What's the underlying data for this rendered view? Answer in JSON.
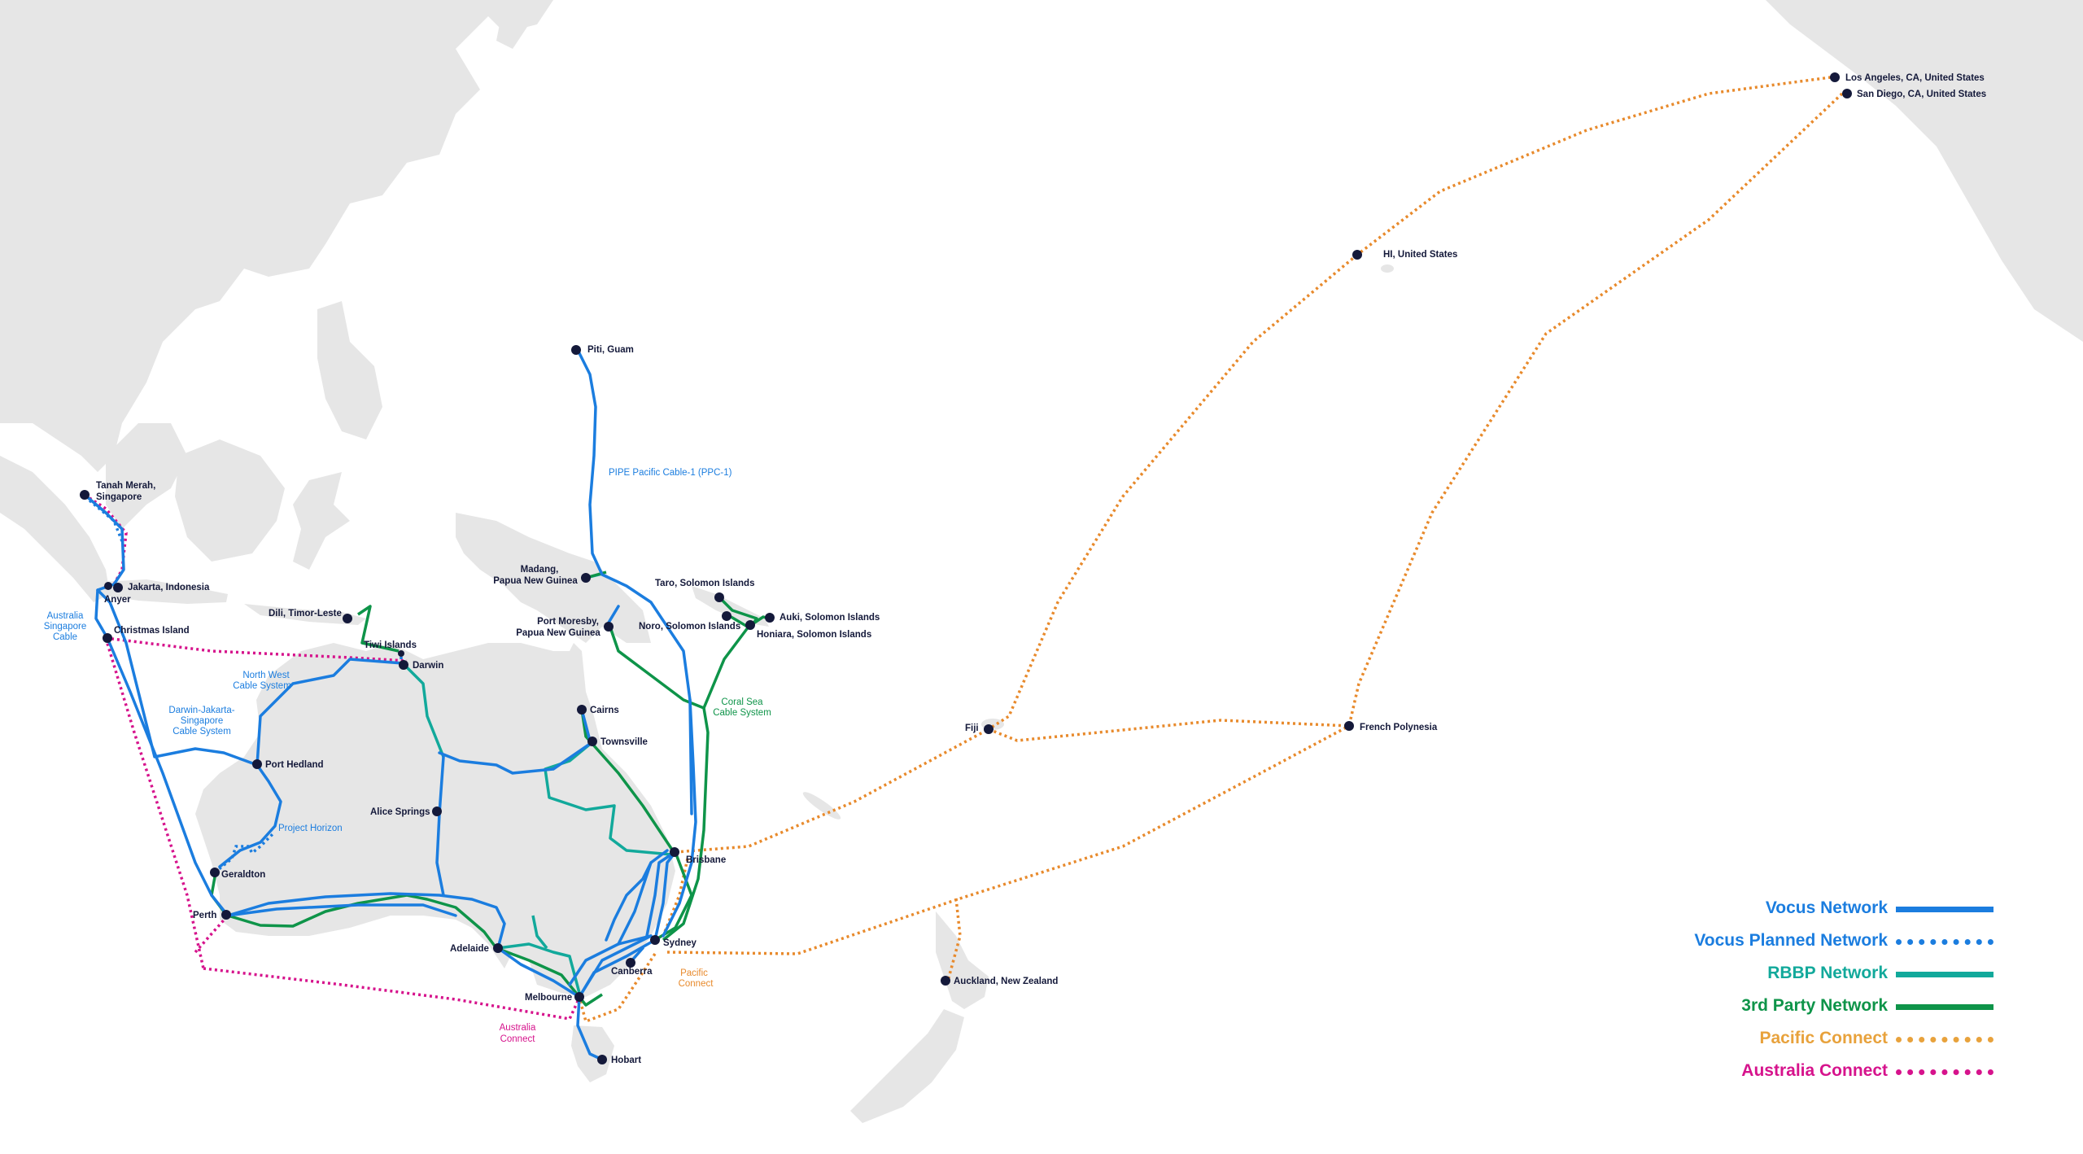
{
  "colors": {
    "vocus": "#1b7ddf",
    "rbbp": "#12a99b",
    "third_party": "#0e9449",
    "pacific": "#e88a2c",
    "australia": "#d6138c",
    "node": "#14193a",
    "land": "#e6e6e6"
  },
  "cities": {
    "los_angeles": "Los Angeles, CA, United States",
    "san_diego": "San Diego, CA, United States",
    "hawaii": "HI, United States",
    "guam": "Piti, Guam",
    "tanah_merah_1": "Tanah Merah,",
    "tanah_merah_2": "Singapore",
    "jakarta": "Jakarta, Indonesia",
    "anyer": "Anyer",
    "christmas": "Christmas Island",
    "dili": "Dili, Timor-Leste",
    "tiwi": "Tiwi Islands",
    "darwin": "Darwin",
    "madang_1": "Madang,",
    "madang_2": "Papua New Guinea",
    "moresby_1": "Port Moresby,",
    "moresby_2": "Papua New Guinea",
    "taro": "Taro, Solomon Islands",
    "noro": "Noro, Solomon Islands",
    "auki": "Auki, Solomon Islands",
    "honiara": "Honiara, Solomon Islands",
    "cairns": "Cairns",
    "townsville": "Townsville",
    "port_hedland": "Port Hedland",
    "alice_springs": "Alice Springs",
    "geraldton": "Geraldton",
    "perth": "Perth",
    "adelaide": "Adelaide",
    "melbourne": "Melbourne",
    "hobart": "Hobart",
    "canberra": "Canberra",
    "sydney": "Sydney",
    "brisbane": "Brisbane",
    "fiji": "Fiji",
    "french_polynesia": "French Polynesia",
    "auckland": "Auckland, New Zealand"
  },
  "cables": {
    "ppc1": "PIPE Pacific Cable-1 (PPC-1)",
    "asc_1": "Australia",
    "asc_2": "Singapore",
    "asc_3": "Cable",
    "nwcs_1": "North West",
    "nwcs_2": "Cable System",
    "djsc_1": "Darwin-Jakarta-",
    "djsc_2": "Singapore",
    "djsc_3": "Cable System",
    "horizon": "Project Horizon",
    "coral_1": "Coral Sea",
    "coral_2": "Cable System",
    "pacific_1": "Pacific",
    "pacific_2": "Connect",
    "ac_1": "Australia",
    "ac_2": "Connect"
  },
  "legend": [
    {
      "label": "Vocus Network",
      "color": "#1b7ddf",
      "style": "solid"
    },
    {
      "label": "Vocus Planned Network",
      "color": "#1b7ddf",
      "style": "dotted"
    },
    {
      "label": "RBBP Network",
      "color": "#12a99b",
      "style": "solid"
    },
    {
      "label": "3rd Party Network",
      "color": "#0e9449",
      "style": "solid"
    },
    {
      "label": "Pacific Connect",
      "color": "#e8a23c",
      "style": "dotted"
    },
    {
      "label": "Australia Connect",
      "color": "#d6138c",
      "style": "dotted"
    }
  ]
}
